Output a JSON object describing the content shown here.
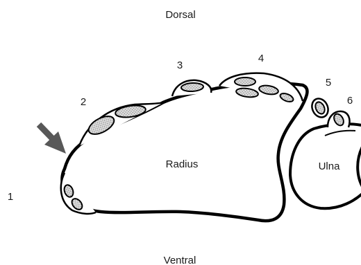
{
  "labels": {
    "top": "Dorsal",
    "bottom": "Ventral",
    "radius": "Radius",
    "ulna": "Ulna"
  },
  "compartments": [
    "1",
    "2",
    "3",
    "4",
    "5",
    "6"
  ],
  "colors": {
    "outline": "#000000",
    "tendon_fill": "#d6d6d6",
    "arrow": "#585858",
    "text": "#1a1a1a"
  }
}
